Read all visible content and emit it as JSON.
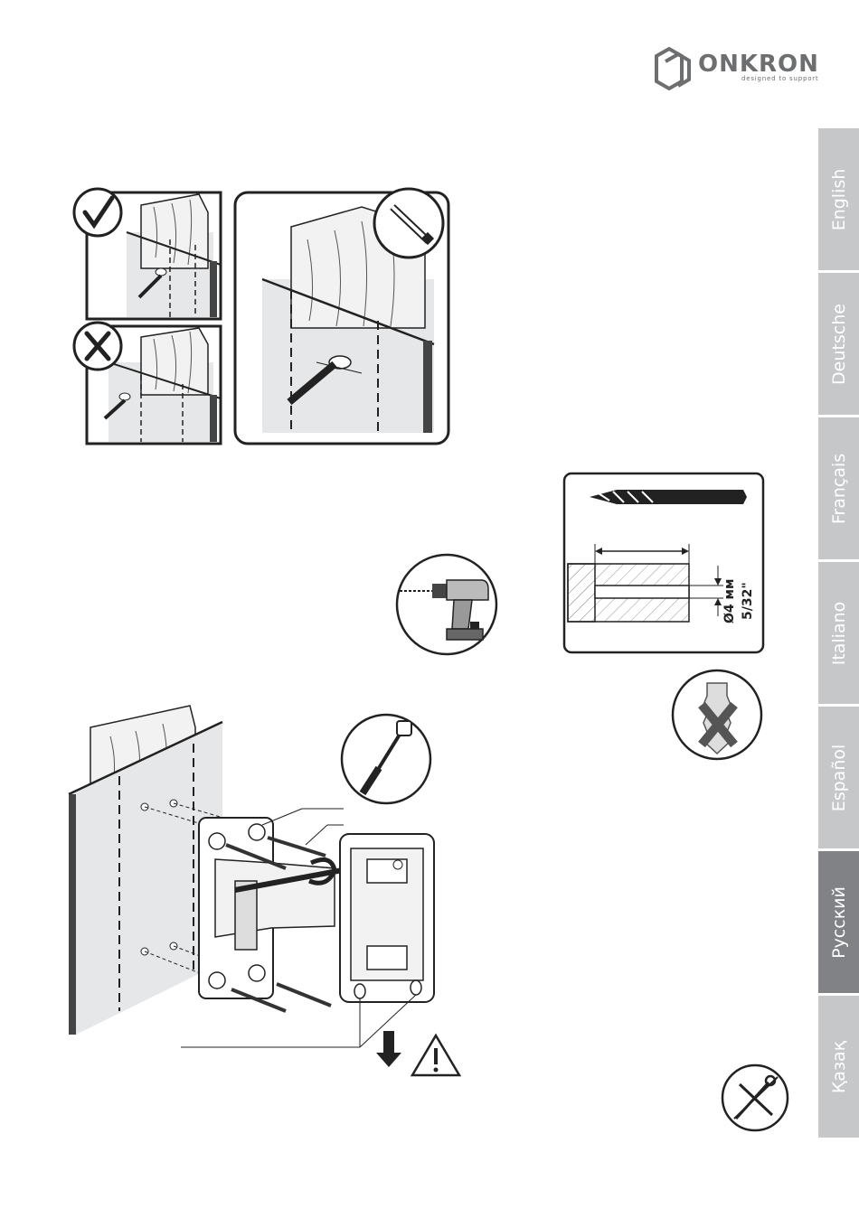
{
  "brand": {
    "name": "ONKRON",
    "tagline": "designed to support"
  },
  "language_tabs": [
    {
      "label": "English",
      "active": false
    },
    {
      "label": "Deutsche",
      "active": false
    },
    {
      "label": "Français",
      "active": false
    },
    {
      "label": "Italiano",
      "active": false
    },
    {
      "label": "Español",
      "active": false
    },
    {
      "label": "Русский",
      "active": true
    },
    {
      "label": "Қазақ",
      "active": false
    }
  ],
  "drill_spec": {
    "diameter": "Ø4 мм",
    "imperial": "5/32\""
  },
  "colors": {
    "tab_inactive": "#c6c7c9",
    "tab_active": "#808285",
    "logo_gray": "#6d6e70"
  },
  "icons": {
    "check": "check-icon",
    "cross": "cross-icon",
    "pencil": "pencil-icon",
    "drill": "drill-icon",
    "socket_wrench": "socket-wrench-icon",
    "no_anchor": "no-anchor-icon",
    "warning": "warning-icon",
    "no_tools": "no-tools-icon"
  }
}
